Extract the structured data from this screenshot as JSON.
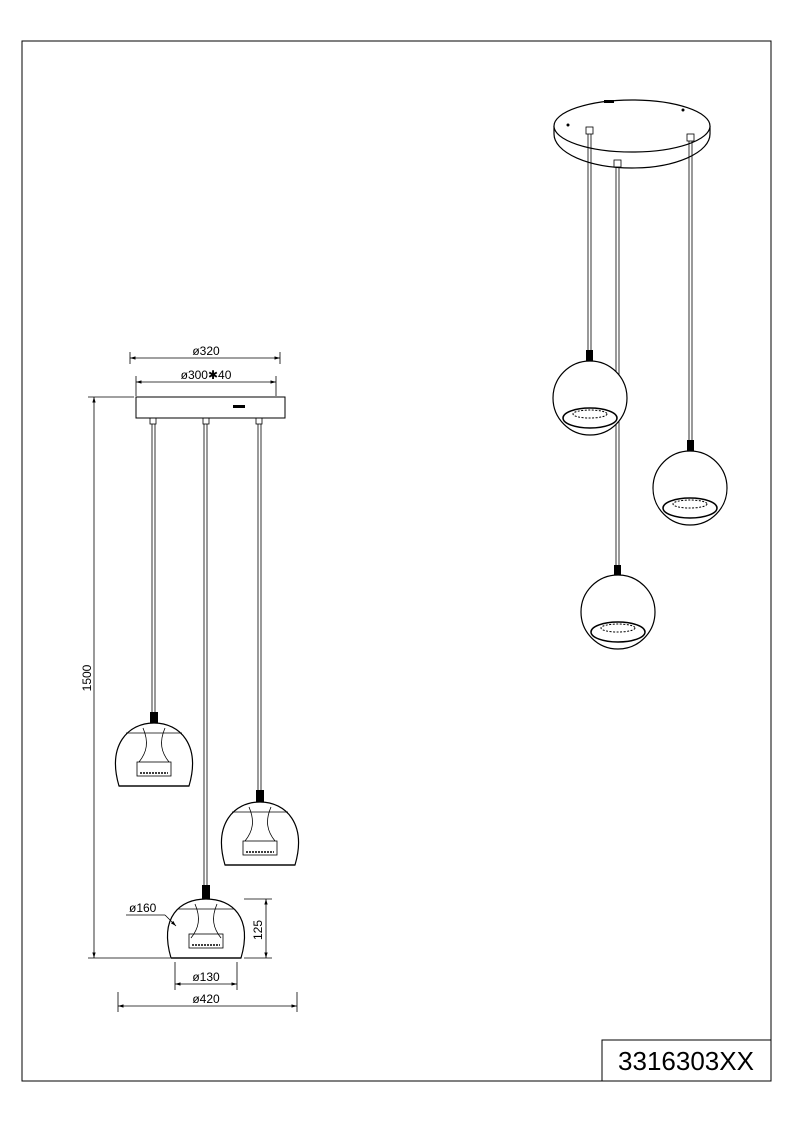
{
  "drawing": {
    "product_code": "3316303XX",
    "dimensions": {
      "canopy_diameter": "ø320",
      "canopy_base": "ø300✱40",
      "total_height": "1500",
      "shade_diameter": "ø160",
      "shade_height": "125",
      "shade_opening": "ø130",
      "overall_spread": "ø420"
    }
  }
}
